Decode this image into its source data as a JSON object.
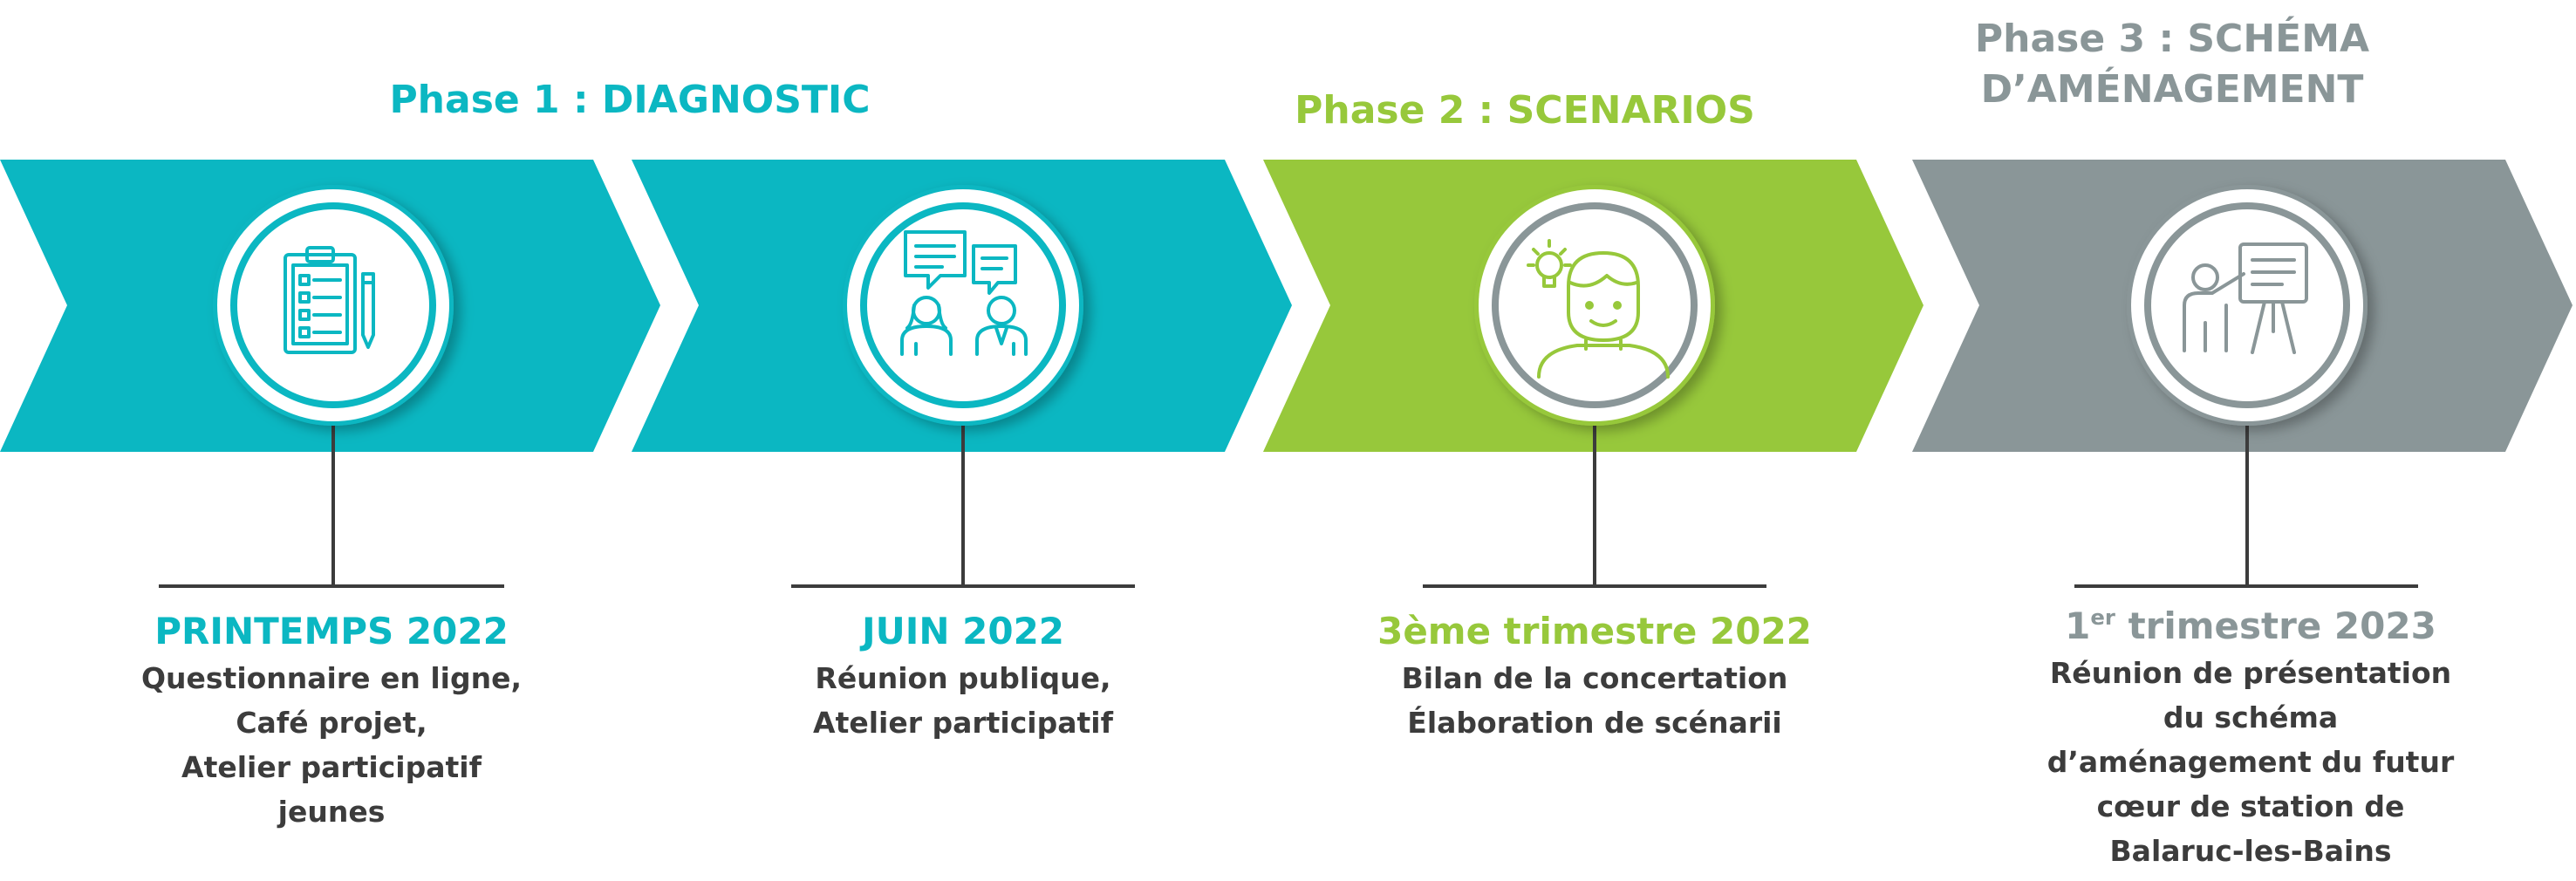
{
  "colors": {
    "teal": "#0bb7c2",
    "green": "#97c83b",
    "grey": "#8a9698",
    "line": "#3c3c3c",
    "white": "#ffffff"
  },
  "phases": [
    {
      "title": "Phase 1 : DIAGNOSTIC"
    },
    {
      "title": "Phase 2 : SCENARIOS"
    },
    {
      "title_lines": [
        "Phase 3 : SCHÉMA",
        "D’AMÉNAGEMENT"
      ]
    }
  ],
  "milestones": [
    {
      "icon": "clipboard-checklist-icon",
      "date": "PRINTEMPS 2022",
      "desc": [
        "Questionnaire en ligne,",
        "Café projet,",
        "Atelier participatif",
        "jeunes"
      ]
    },
    {
      "icon": "public-meeting-chat-icon",
      "date": "JUIN 2022",
      "desc": [
        "Réunion publique,",
        "Atelier participatif"
      ]
    },
    {
      "icon": "person-lightbulb-idea-icon",
      "date": "3ème trimestre 2022",
      "desc": [
        "Bilan de la concertation",
        "Élaboration de scénarii"
      ]
    },
    {
      "icon": "presenter-whiteboard-icon",
      "date_number": "1",
      "date_sup": "er",
      "date_rest": " trimestre 2023",
      "desc": [
        "Réunion de présentation",
        "du schéma",
        "d’aménagement du futur",
        "cœur de station de",
        "Balaruc-les-Bains"
      ]
    }
  ]
}
